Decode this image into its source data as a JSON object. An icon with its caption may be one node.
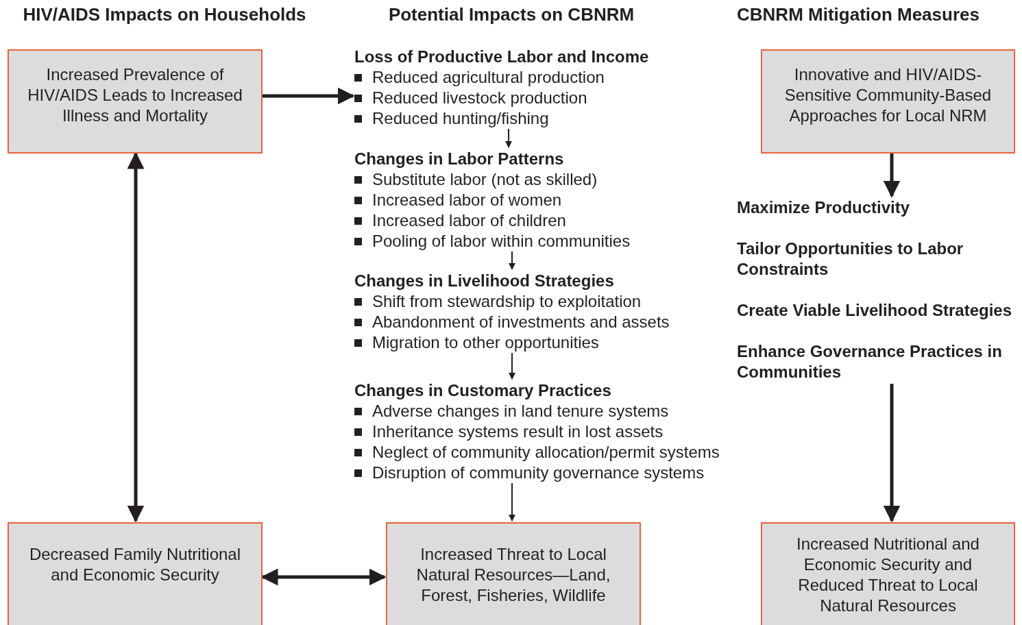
{
  "diagram": {
    "nodes": [
      {
        "text": [
          "Increased Prevalence of HIV/AIDS Leads to Increased Illness and Mortality"
        ]
      },
      {
        "text": [
          "Loss of Productive Labor and Income",
          "Reduced agricultural production",
          "Reduced livestock production",
          "Reduced hunting/fishing"
        ]
      },
      {
        "text": [
          "Innovative and HIV/AIDS-Sensitive Community-Based Approaches for Local NRM"
        ]
      },
      {
        "text": [
          "Changes in Labor Patterns",
          "Substitute labor (not as skilled)",
          "Increased labor of women",
          "Increased labor of children",
          "Pooling of labor within communities"
        ]
      },
      {
        "text": [
          "Maximize Productivity",
          "Tailor Opportunities to Labor Constraints",
          "Create Viable Livelihood Strategies",
          "Enhance Governance Practices in Communities"
        ]
      },
      {
        "text": [
          "Changes in Livelihood Strategies",
          "Shift from stewardship to exploitation",
          "Abandonment of investments and assets",
          "Migration to other opportunities"
        ]
      },
      {
        "text": [
          "Changes in Customary Practices",
          "Adverse changes in land tenure systems",
          "Inheritance systems result in lost assets",
          "Neglect of community allocation/permit systems",
          "Disruption of community governance systems"
        ]
      },
      {
        "text": [
          "Decreased Family Nutritional and Economic Security"
        ]
      },
      {
        "text": [
          "Increased Threat to Local Natural Resources—Land, Forest, Fisheries, Wildlife"
        ]
      },
      {
        "text": [
          "Increased Nutritional and Economic Security and Reduced Threat to Local Natural Resources"
        ]
      }
    ],
    "edges": [
      {
        "from": 0,
        "to": 1,
        "arrow": "to"
      },
      {
        "from": 0,
        "to": 7,
        "arrow": "both"
      },
      {
        "from": 1,
        "to": 3,
        "arrow": "to"
      },
      {
        "from": 3,
        "to": 5,
        "arrow": "to"
      },
      {
        "from": 5,
        "to": 6,
        "arrow": "to"
      },
      {
        "from": 6,
        "to": 8,
        "arrow": "to"
      },
      {
        "from": 7,
        "to": 8,
        "arrow": "both"
      },
      {
        "from": 2,
        "to": 4,
        "arrow": "to"
      },
      {
        "from": 4,
        "to": 9,
        "arrow": "to"
      }
    ],
    "labels": [
      "HIV/AIDS Impacts on Households",
      "Potential Impacts on CBNRM",
      "CBNRM Mitigation Measures"
    ]
  }
}
